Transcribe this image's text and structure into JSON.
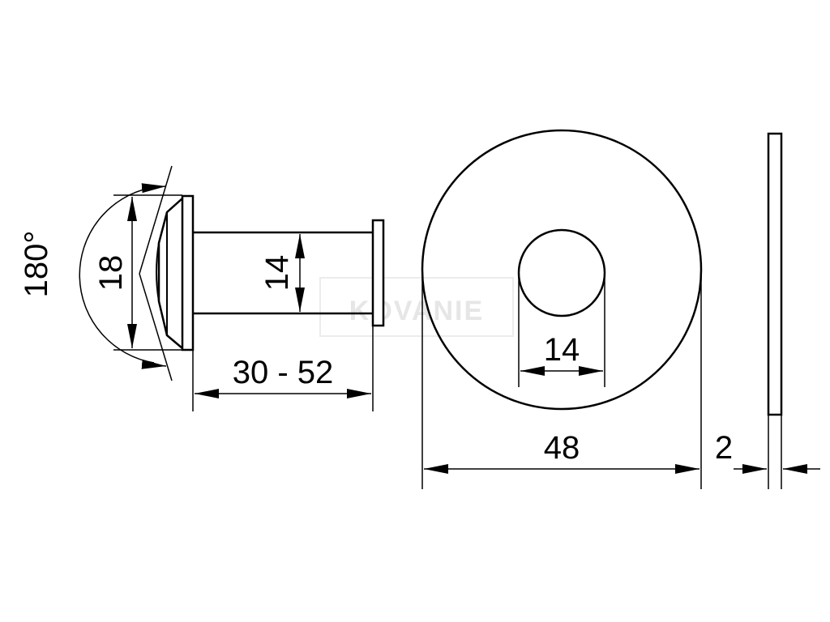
{
  "labels": {
    "view_angle": "180°",
    "lens_diameter": "18",
    "barrel_diameter": "14",
    "length_range": "30 - 52",
    "hole_diameter": "14",
    "rosette_diameter": "48",
    "rosette_thickness": "2"
  },
  "watermark": {
    "text": "KOVANIE"
  },
  "colors": {
    "line": "#000000",
    "background": "#ffffff",
    "watermark": "#e6e6e6"
  }
}
